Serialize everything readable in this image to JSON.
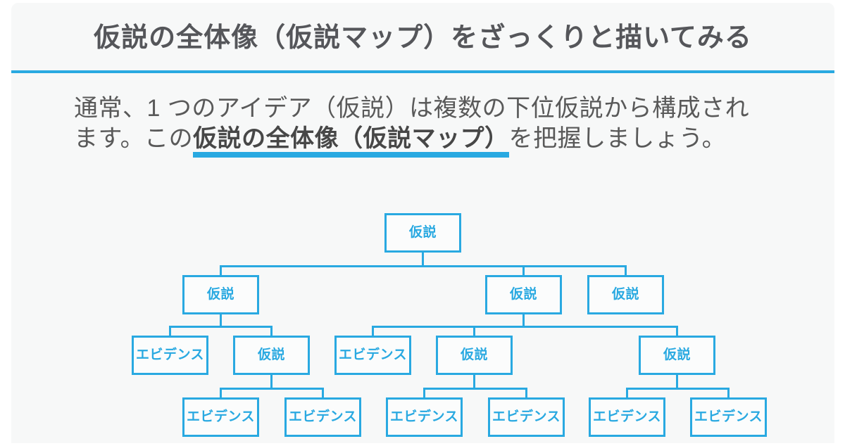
{
  "colors": {
    "accent_blue": "#29a9e1",
    "card_background": "#f7f8f8",
    "title_text": "#55565a",
    "body_text": "#595959",
    "highlight_text": "#474747"
  },
  "header": {
    "title": "仮説の全体像（仮説マップ）をざっくりと描いてみる"
  },
  "body": {
    "line1": "通常、1 つのアイデア（仮説）は複数の下位仮説から構成され",
    "line2_prefix": "ます。この",
    "line2_highlight": "仮説の全体像（仮説マップ）",
    "line2_suffix": "を把握しましょう。"
  },
  "diagram": {
    "nodes": [
      {
        "id": "root",
        "label": "仮説",
        "level": 1
      },
      {
        "id": "a",
        "label": "仮説",
        "level": 2
      },
      {
        "id": "b",
        "label": "仮説",
        "level": 2
      },
      {
        "id": "c",
        "label": "仮説",
        "level": 2
      },
      {
        "id": "a1",
        "label": "エビデンス",
        "level": 3
      },
      {
        "id": "a2",
        "label": "仮説",
        "level": 3
      },
      {
        "id": "b1",
        "label": "エビデンス",
        "level": 3
      },
      {
        "id": "b2",
        "label": "仮説",
        "level": 3
      },
      {
        "id": "b3",
        "label": "仮説",
        "level": 3
      },
      {
        "id": "a2a",
        "label": "エビデンス",
        "level": 4
      },
      {
        "id": "a2b",
        "label": "エビデンス",
        "level": 4
      },
      {
        "id": "b2a",
        "label": "エビデンス",
        "level": 4
      },
      {
        "id": "b2b",
        "label": "エビデンス",
        "level": 4
      },
      {
        "id": "b3a",
        "label": "エビデンス",
        "level": 4
      },
      {
        "id": "b3b",
        "label": "エビデンス",
        "level": 4
      }
    ],
    "edges": [
      {
        "parent": "root",
        "children": [
          "a",
          "b",
          "c"
        ]
      },
      {
        "parent": "a",
        "children": [
          "a1",
          "a2"
        ]
      },
      {
        "parent": "b",
        "children": [
          "b1",
          "b2",
          "b3"
        ]
      },
      {
        "parent": "a2",
        "children": [
          "a2a",
          "a2b"
        ]
      },
      {
        "parent": "b2",
        "children": [
          "b2a",
          "b2b"
        ]
      },
      {
        "parent": "b3",
        "children": [
          "b3a",
          "b3b"
        ]
      }
    ]
  }
}
